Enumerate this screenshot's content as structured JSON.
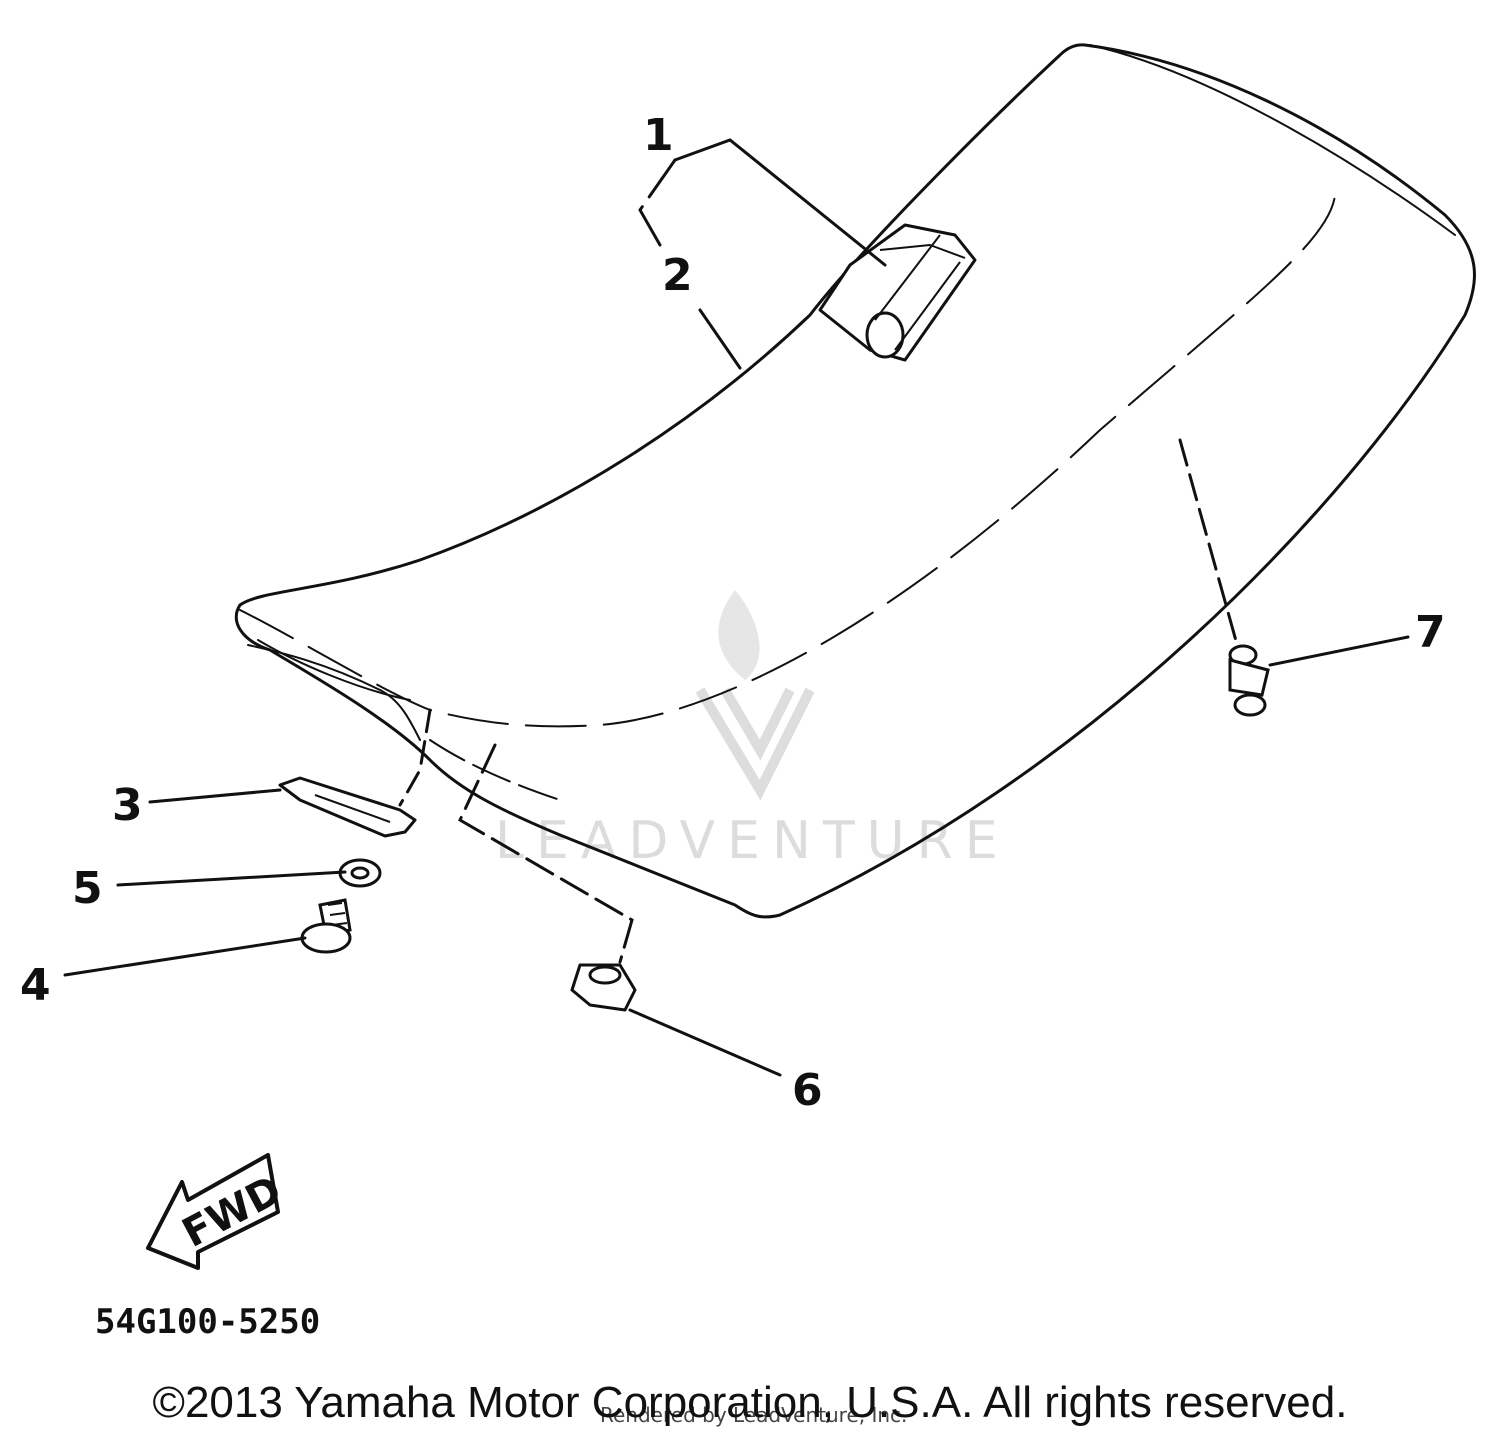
{
  "diagram": {
    "callouts": [
      "1",
      "2",
      "3",
      "4",
      "5",
      "6",
      "7"
    ],
    "direction_label": "FWD",
    "part_number": "54G100-5250",
    "watermark": "LEADVENTURE",
    "credit": "Rendered by LeadVenture, Inc.",
    "copyright": "©2013 Yamaha Motor Corporation, U.S.A. All rights reserved."
  },
  "colors": {
    "line": "#111111",
    "watermark": "#dcdcdc",
    "background": "#ffffff"
  }
}
